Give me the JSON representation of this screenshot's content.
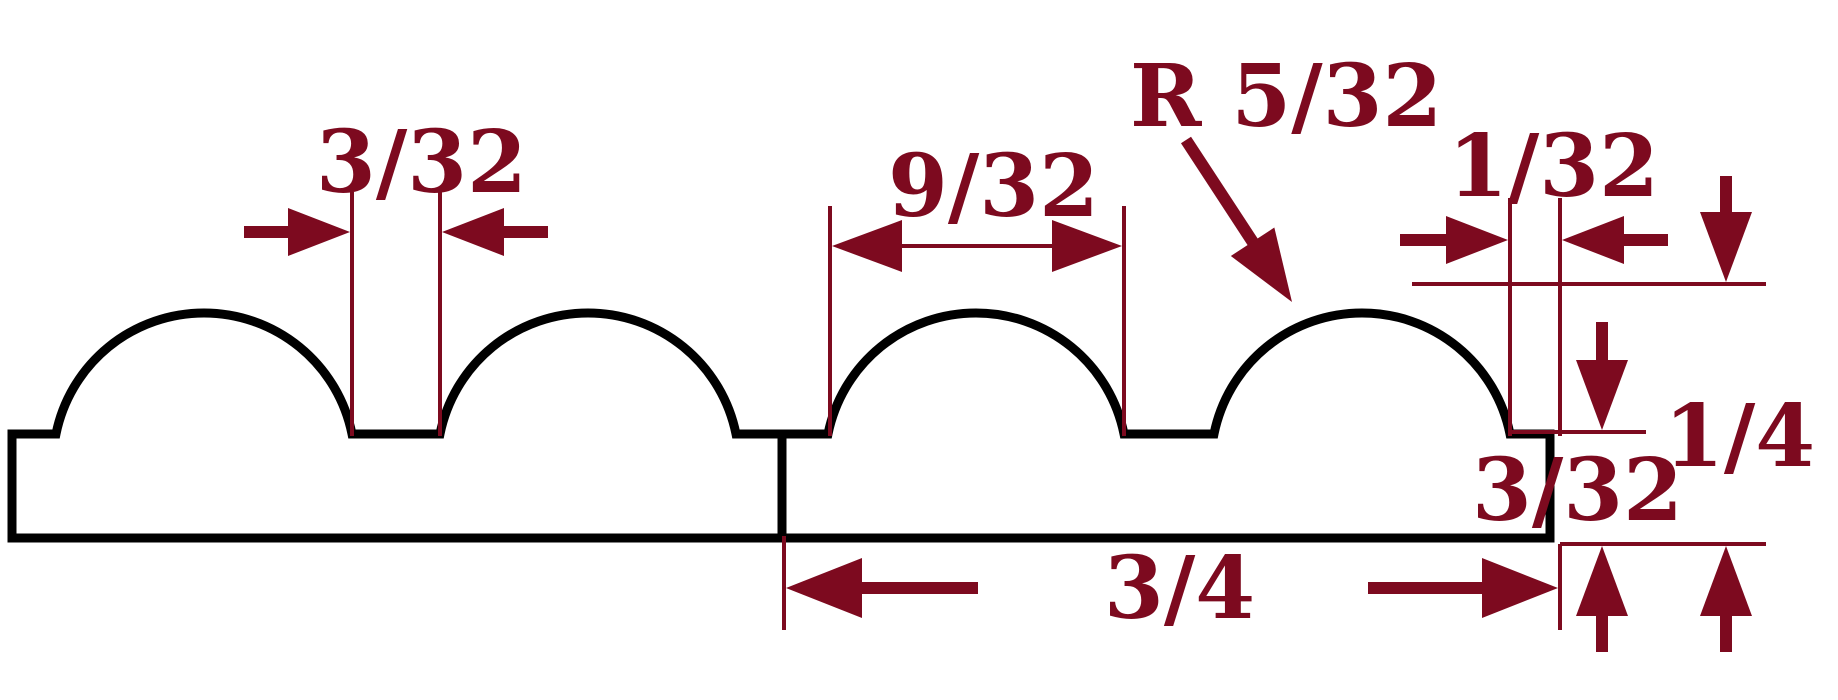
{
  "colors": {
    "profile": "#000000",
    "dimension": "#7d0a1f",
    "background": "#ffffff"
  },
  "labels": {
    "gap_width": "3/32",
    "bead_width": "9/32",
    "radius": "R 5/32",
    "step_width": "1/32",
    "height": "1/4",
    "base_thickness": "3/32",
    "pattern_length": "3/4"
  }
}
